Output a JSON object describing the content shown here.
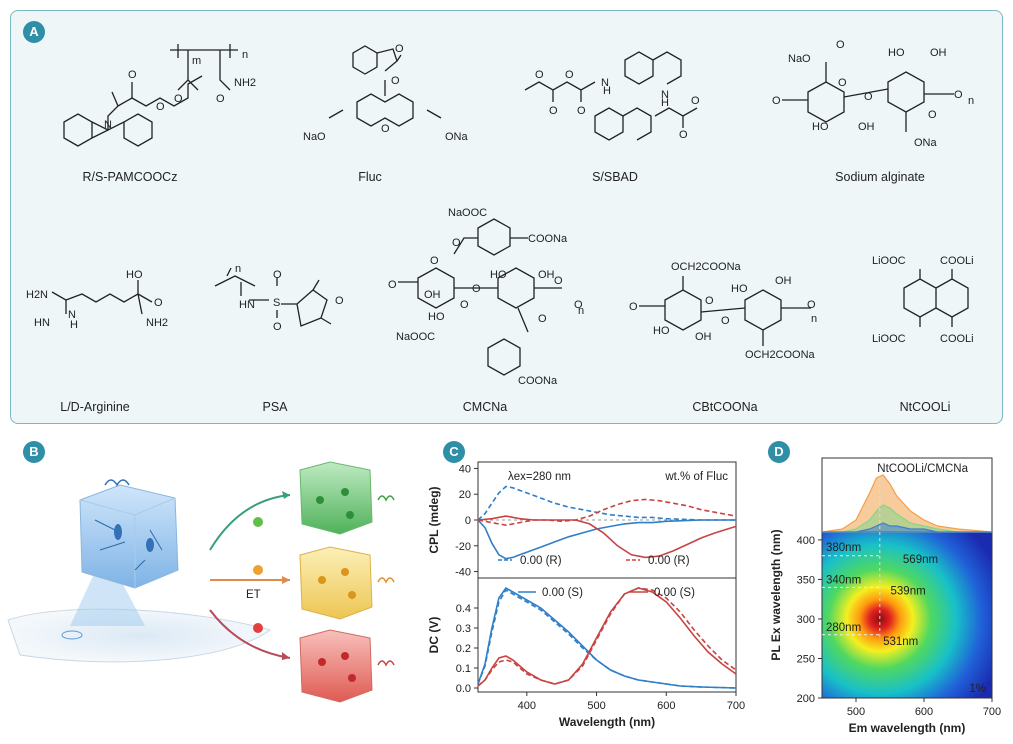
{
  "panels": {
    "a": "A",
    "b": "B",
    "c": "C",
    "d": "D"
  },
  "molecules": [
    {
      "label": "R/S-PAMCOOCz",
      "atoms": [
        "O",
        "O",
        "O",
        "O",
        "NH2",
        "N",
        "m",
        "n"
      ]
    },
    {
      "label": "Fluc",
      "atoms": [
        "O",
        "O",
        "O",
        "NaO",
        "ONa"
      ]
    },
    {
      "label": "S/SBAD",
      "atoms": [
        "O",
        "O",
        "O",
        "O",
        "O",
        "O",
        "H",
        "N",
        "H",
        "N"
      ]
    },
    {
      "label": "Sodium alginate",
      "atoms": [
        "NaO",
        "O",
        "HO",
        "OH",
        "O",
        "O",
        "O",
        "O",
        "HO",
        "OH",
        "O",
        "ONa",
        "n"
      ]
    },
    {
      "label": "L/D-Arginine",
      "atoms": [
        "HO",
        "O",
        "H2N",
        "HN",
        "N",
        "H",
        "NH2"
      ]
    },
    {
      "label": "PSA",
      "atoms": [
        "n",
        "HN",
        "S",
        "O",
        "O",
        "O"
      ]
    },
    {
      "label": "CMCNa",
      "atoms": [
        "NaOOC",
        "COONa",
        "O",
        "O",
        "HO",
        "OH",
        "O",
        "O",
        "OH",
        "O",
        "HO",
        "O",
        "O",
        "O",
        "NaOOC",
        "COONa",
        "n"
      ]
    },
    {
      "label": "CBtCOONa",
      "atoms": [
        "OCH2COONa",
        "O",
        "HO",
        "OH",
        "O",
        "O",
        "O",
        "HO",
        "OH",
        "OCH2COONa",
        "n"
      ]
    },
    {
      "label": "NtCOOLi",
      "atoms": [
        "LiOOC",
        "COOLi",
        "LiOOC",
        "COOLi"
      ]
    }
  ],
  "panelB": {
    "et_label": "ET"
  },
  "chart_data": [
    {
      "type": "line",
      "panel": "C-top",
      "ylabel": "CPL (mdeg)",
      "xlim": [
        330,
        700
      ],
      "ylim": [
        -45,
        45
      ],
      "yticks": [
        -40,
        -20,
        0,
        20,
        40
      ],
      "annotation_lambda": "λex=280 nm",
      "annotation_wt": "wt.% of Fluc",
      "colors": {
        "blue": "#2f7fc9",
        "red": "#c94343"
      },
      "legend": [
        {
          "name": "0.00 (R)",
          "color": "#2f7fc9",
          "dash": true
        },
        {
          "name": "0.00 (R)",
          "color": "#c94343",
          "dash": true
        }
      ],
      "series": [
        {
          "name": "0.00 (R)",
          "color": "#2f7fc9",
          "dash": true,
          "x": [
            330,
            340,
            350,
            360,
            370,
            380,
            390,
            400,
            420,
            440,
            460,
            480,
            500,
            520,
            540,
            560,
            580,
            600,
            650,
            700
          ],
          "y": [
            0,
            5,
            13,
            21,
            26,
            25,
            23,
            21,
            17,
            13,
            10,
            8,
            6,
            4,
            3,
            2,
            2,
            1,
            0,
            0
          ]
        },
        {
          "name": "0.00 (S)",
          "color": "#2f7fc9",
          "dash": false,
          "x": [
            330,
            340,
            350,
            360,
            370,
            380,
            390,
            400,
            420,
            440,
            460,
            480,
            500,
            520,
            540,
            560,
            580,
            600,
            650,
            700
          ],
          "y": [
            0,
            -6,
            -18,
            -27,
            -30,
            -29,
            -27,
            -25,
            -21,
            -17,
            -13,
            -10,
            -7,
            -5,
            -3,
            -2,
            -2,
            -1,
            0,
            0
          ]
        },
        {
          "name": "0.00 (R)",
          "color": "#c94343",
          "dash": true,
          "x": [
            330,
            350,
            370,
            390,
            410,
            430,
            450,
            470,
            490,
            510,
            530,
            550,
            570,
            590,
            610,
            630,
            650,
            670,
            700
          ],
          "y": [
            0,
            -2,
            -4,
            -2,
            0,
            0,
            -1,
            0,
            3,
            8,
            12,
            15,
            16,
            15,
            13,
            11,
            8,
            6,
            3
          ]
        },
        {
          "name": "0.00 (S)",
          "color": "#c94343",
          "dash": false,
          "x": [
            330,
            350,
            370,
            390,
            410,
            430,
            450,
            470,
            490,
            510,
            530,
            550,
            570,
            590,
            610,
            630,
            650,
            670,
            700
          ],
          "y": [
            0,
            1,
            3,
            1,
            0,
            0,
            0,
            0,
            -3,
            -10,
            -20,
            -27,
            -29,
            -28,
            -24,
            -19,
            -14,
            -10,
            -5
          ]
        }
      ]
    },
    {
      "type": "line",
      "panel": "C-bottom",
      "xlabel": "Wavelength (nm)",
      "ylabel": "DC (V)",
      "xlim": [
        330,
        700
      ],
      "ylim": [
        -0.02,
        0.55
      ],
      "xticks": [
        400,
        500,
        600,
        700
      ],
      "yticks": [
        0.0,
        0.1,
        0.2,
        0.3,
        0.4
      ],
      "legend": [
        {
          "name": "0.00 (S)",
          "color": "#2f7fc9",
          "dash": false
        },
        {
          "name": "0.00 (S)",
          "color": "#c94343",
          "dash": false
        }
      ],
      "series": [
        {
          "name": "0.00 (S)",
          "color": "#2f7fc9",
          "dash": false,
          "x": [
            330,
            340,
            350,
            360,
            370,
            380,
            390,
            400,
            410,
            420,
            440,
            460,
            480,
            500,
            520,
            540,
            560,
            580,
            600,
            620,
            650,
            700
          ],
          "y": [
            0.02,
            0.12,
            0.3,
            0.45,
            0.5,
            0.48,
            0.46,
            0.44,
            0.42,
            0.4,
            0.34,
            0.28,
            0.21,
            0.14,
            0.09,
            0.06,
            0.04,
            0.03,
            0.02,
            0.01,
            0.005,
            0.0
          ]
        },
        {
          "name": "0.00 (R)",
          "color": "#2f7fc9",
          "dash": true,
          "x": [
            330,
            340,
            350,
            360,
            370,
            380,
            390,
            400,
            410,
            420,
            440,
            460,
            480,
            500,
            520,
            540,
            560,
            580,
            600,
            620,
            650,
            700
          ],
          "y": [
            0.02,
            0.11,
            0.28,
            0.43,
            0.49,
            0.47,
            0.45,
            0.43,
            0.41,
            0.39,
            0.33,
            0.27,
            0.2,
            0.14,
            0.09,
            0.06,
            0.04,
            0.03,
            0.02,
            0.01,
            0.005,
            0.0
          ]
        },
        {
          "name": "0.00 (S)",
          "color": "#c94343",
          "dash": false,
          "x": [
            330,
            340,
            350,
            360,
            370,
            380,
            390,
            400,
            420,
            440,
            460,
            480,
            500,
            520,
            540,
            560,
            580,
            600,
            620,
            640,
            660,
            680,
            700
          ],
          "y": [
            0.01,
            0.04,
            0.1,
            0.15,
            0.16,
            0.14,
            0.11,
            0.08,
            0.04,
            0.02,
            0.04,
            0.12,
            0.25,
            0.38,
            0.47,
            0.5,
            0.48,
            0.43,
            0.35,
            0.26,
            0.18,
            0.12,
            0.07
          ]
        },
        {
          "name": "0.00 (R)",
          "color": "#c94343",
          "dash": true,
          "x": [
            330,
            340,
            350,
            360,
            370,
            380,
            390,
            400,
            420,
            440,
            460,
            480,
            500,
            520,
            540,
            560,
            580,
            600,
            620,
            640,
            660,
            680,
            700
          ],
          "y": [
            0.01,
            0.04,
            0.09,
            0.13,
            0.14,
            0.13,
            0.1,
            0.07,
            0.04,
            0.02,
            0.04,
            0.11,
            0.24,
            0.37,
            0.47,
            0.5,
            0.49,
            0.45,
            0.38,
            0.29,
            0.21,
            0.14,
            0.09
          ]
        }
      ]
    },
    {
      "type": "heatmap",
      "panel": "D",
      "xlabel": "Em wavelength (nm)",
      "ylabel": "PL Ex wavelength (nm)",
      "title": "NtCOOLi/CMCNa",
      "xlim": [
        450,
        700
      ],
      "ylim": [
        200,
        410
      ],
      "xticks": [
        500,
        600,
        700
      ],
      "yticks": [
        200,
        250,
        300,
        350,
        400
      ],
      "hotspot": {
        "x": 535,
        "y": 300
      },
      "corner_label": "1%",
      "annotations": [
        "380nm",
        "569nm",
        "340nm",
        "539nm",
        "280nm",
        "531nm"
      ],
      "top_spectra": [
        {
          "color": "#f2a04a",
          "x": [
            450,
            480,
            500,
            520,
            530,
            540,
            550,
            560,
            580,
            600,
            620,
            650,
            700
          ],
          "y": [
            0,
            1,
            4,
            13,
            18,
            19,
            16,
            12,
            7,
            4,
            2,
            1,
            0
          ]
        },
        {
          "color": "#86d68a",
          "x": [
            450,
            480,
            500,
            520,
            530,
            540,
            550,
            560,
            580,
            600,
            620,
            650,
            700
          ],
          "y": [
            0,
            0,
            1,
            4,
            7,
            9,
            8,
            6,
            3,
            2,
            1,
            0,
            0
          ]
        },
        {
          "color": "#3c7fd0",
          "x": [
            450,
            480,
            500,
            520,
            530,
            540,
            550,
            560,
            580,
            600,
            620,
            650,
            700
          ],
          "y": [
            0,
            0,
            0,
            1,
            2,
            3,
            2,
            2,
            1,
            1,
            0,
            0,
            0
          ]
        }
      ]
    }
  ]
}
